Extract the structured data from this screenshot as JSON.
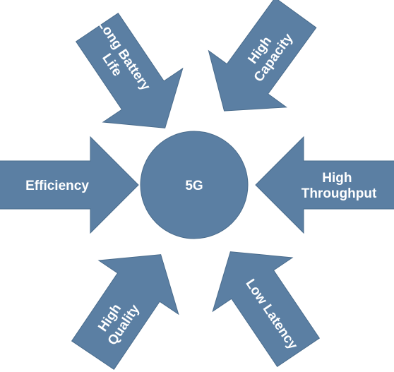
{
  "diagram": {
    "center": {
      "label": "5G"
    },
    "arrows": [
      {
        "id": "long-battery-life",
        "lines": [
          "Long Battery",
          "Life"
        ]
      },
      {
        "id": "high-capacity",
        "lines": [
          "High",
          "Capacity"
        ]
      },
      {
        "id": "efficiency",
        "lines": [
          "Efficiency"
        ]
      },
      {
        "id": "high-throughput",
        "lines": [
          "High",
          "Throughput"
        ]
      },
      {
        "id": "high-quality",
        "lines": [
          "High",
          "Quality"
        ]
      },
      {
        "id": "low-latency",
        "lines": [
          "Low Latency"
        ]
      }
    ]
  },
  "colors": {
    "shape_fill": "#5b7fa3",
    "text": "#ffffff",
    "background": "#ffffff"
  }
}
